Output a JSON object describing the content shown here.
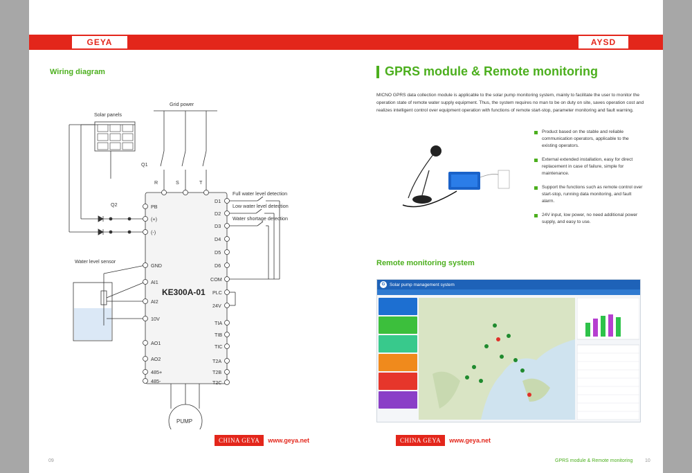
{
  "left_page": {
    "brand": "GEYA",
    "heading": "Wiring diagram",
    "page_number": "09",
    "footer_red": "CHINA GEYA",
    "footer_url": "www.geya.net",
    "diagram": {
      "grid_power": "Grid power",
      "solar_panels": "Solar panels",
      "q1": "Q1",
      "q2": "Q2",
      "water_level_sensor": "Water level sensor",
      "model": "KE300A-01",
      "pump": "PUMP",
      "r": "R",
      "s": "S",
      "t": "T",
      "left_terminals": [
        "PB",
        "(+)",
        "(-)",
        "GND",
        "AI1",
        "AI2",
        "10V",
        "AO1",
        "AO2",
        "485+",
        "485-"
      ],
      "right_terminals": [
        "D1",
        "D2",
        "D3",
        "D4",
        "D5",
        "D6",
        "COM",
        "PLC",
        "24V",
        "TIA",
        "TIB",
        "TIC",
        "T2A",
        "T2B",
        "T2C"
      ],
      "full_water": "Full water level detection",
      "low_water": "Low water level detection",
      "water_shortage": "Water shortage detection"
    }
  },
  "right_page": {
    "brand": "AYSD",
    "title": "GPRS module & Remote monitoring",
    "paragraph": "MICNO GPRS data collection module is applicable to the solar pump monitoring system, mainly to facilitate the user to monitor the operation state of remote water supply equipment. Thus, the system requires no man to be on duty on site, saves operation cost and realizes intelligent control over equipment operation with functions of remote start-stop, parameter monitoring and fault warning.",
    "bullets": [
      "Product based on the stable and reliable communication operators, applicable to the existing operators.",
      "External extended installation, easy for direct replacement in case of failure, simple for maintenance.",
      "Support the functions such as remote control over start-stop, running data monitoring, and fault alarm.",
      "24V input, low power, no need additional power supply, and easy to use."
    ],
    "remote_heading": "Remote monitoring system",
    "screen_title": "Solar pump management system",
    "footer_red": "CHINA GEYA",
    "footer_url": "www.geya.net",
    "page_footer_text": "GPRS module & Remote monitoring",
    "page_number": "10"
  },
  "colors": {
    "red": "#e3261b",
    "green": "#4caf1e",
    "blue": "#1e62b8"
  }
}
